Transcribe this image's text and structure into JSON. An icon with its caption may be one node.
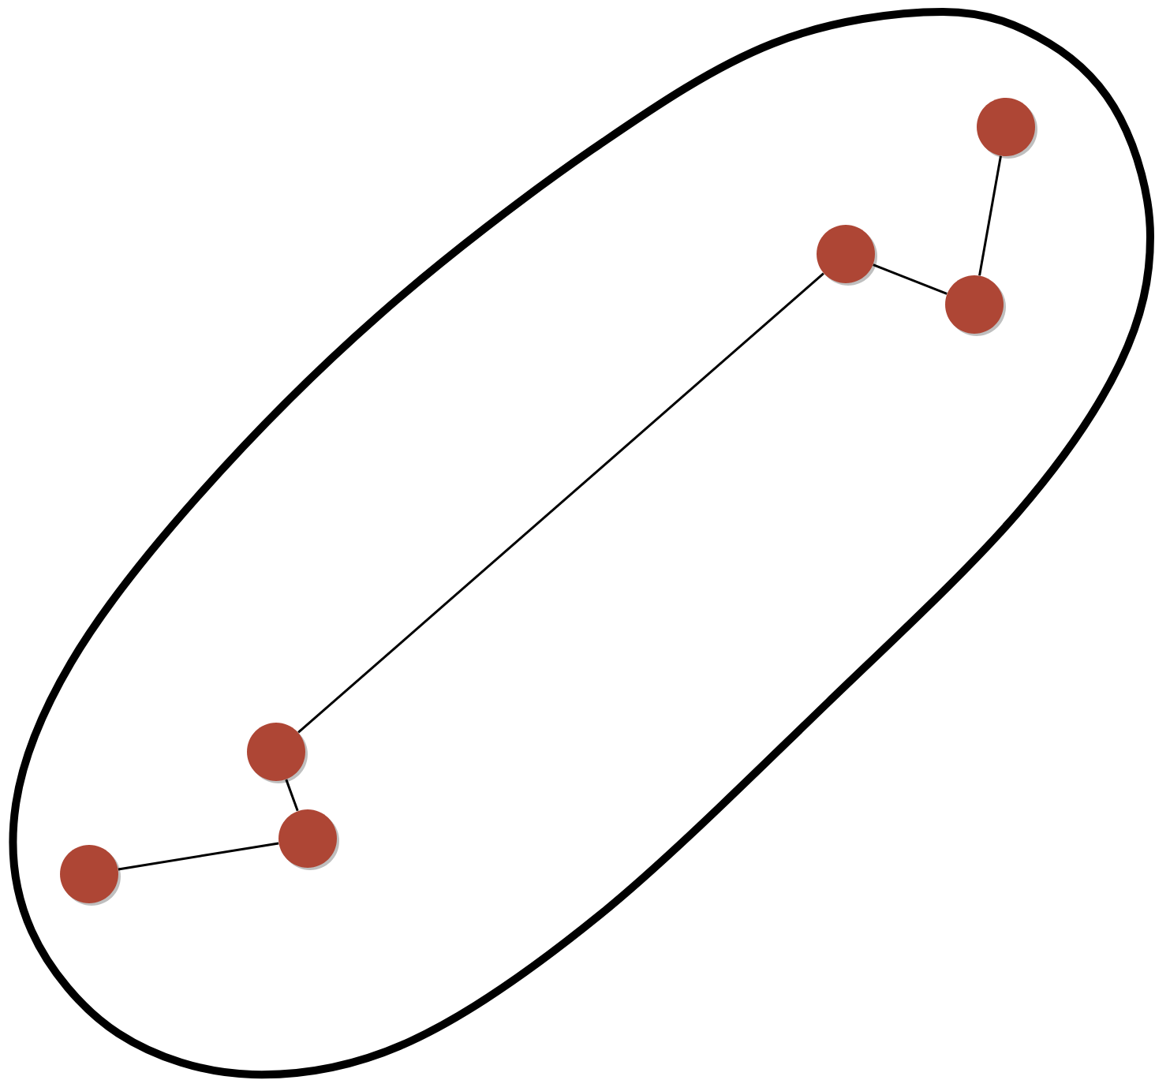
{
  "diagram": {
    "nodes": [
      {
        "text": [],
        "shape": "ellipse"
      },
      {
        "text": [],
        "shape": "circle",
        "in": 0
      },
      {
        "text": [],
        "shape": "circle",
        "in": 0
      },
      {
        "text": [],
        "shape": "circle",
        "in": 0
      },
      {
        "text": [],
        "shape": "circle",
        "in": 0
      },
      {
        "text": [],
        "shape": "circle",
        "in": 0
      },
      {
        "text": [],
        "shape": "circle",
        "in": 0
      }
    ],
    "edges": [
      {
        "from": 1,
        "to": 3,
        "arrow": "none"
      },
      {
        "from": 3,
        "to": 2,
        "arrow": "none"
      },
      {
        "from": 2,
        "to": 4,
        "arrow": "none"
      },
      {
        "from": 4,
        "to": 5,
        "arrow": "none"
      },
      {
        "from": 5,
        "to": 6,
        "arrow": "none"
      }
    ]
  }
}
